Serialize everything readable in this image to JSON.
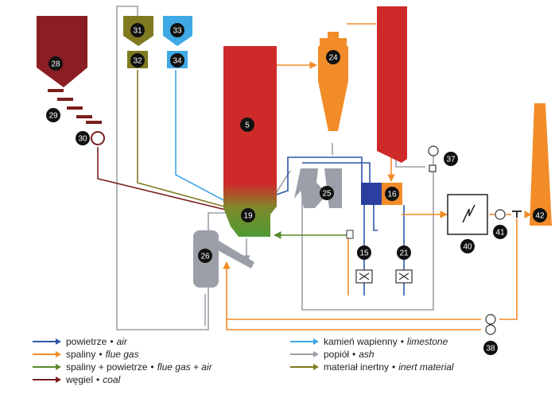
{
  "component_numbers": [
    "5",
    "15",
    "16",
    "19",
    "21",
    "24",
    "25",
    "26",
    "28",
    "29",
    "30",
    "31",
    "32",
    "33",
    "34",
    "37",
    "38",
    "40",
    "41",
    "42"
  ],
  "legend": [
    {
      "pl": "powietrze",
      "en": "air",
      "color": "#2f57a8"
    },
    {
      "pl": "spaliny",
      "en": "flue gas",
      "color": "#f28c28"
    },
    {
      "pl": "spaliny + powietrze",
      "en": "flue gas + air",
      "color": "#5a8a2a"
    },
    {
      "pl": "węgiel",
      "en": "coal",
      "color": "#7a1e1e"
    },
    {
      "pl": "kamień wapienny",
      "en": "limestone",
      "color": "#3fa9e6"
    },
    {
      "pl": "popiół",
      "en": "ash",
      "color": "#9a9fa8"
    },
    {
      "pl": "materiał inertny",
      "en": "inert material",
      "color": "#7f7a20"
    }
  ]
}
